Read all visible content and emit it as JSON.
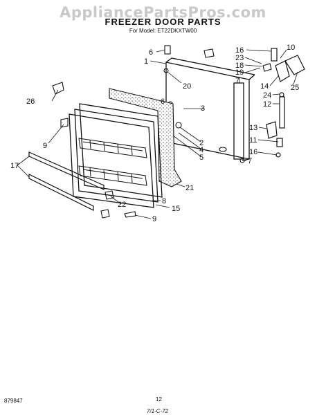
{
  "watermark": "AppliancePartsPros.com",
  "header": {
    "title": "FREEZER DOOR PARTS",
    "subtitle": "For Model: ET22DKXTW00"
  },
  "footer": {
    "doc_number": "879847",
    "page_number": "12",
    "mark": "7/1-C-72"
  },
  "callouts": [
    "1",
    "2",
    "3",
    "4",
    "5",
    "6",
    "6",
    "7",
    "7",
    "8",
    "9",
    "9",
    "10",
    "11",
    "12",
    "13",
    "14",
    "15",
    "16",
    "16",
    "17",
    "18",
    "19",
    "20",
    "21",
    "22",
    "23",
    "24",
    "25",
    "26"
  ],
  "colors": {
    "line": "#111111",
    "watermark": "#c9c9c9",
    "gasket": "#bdbdbd"
  }
}
